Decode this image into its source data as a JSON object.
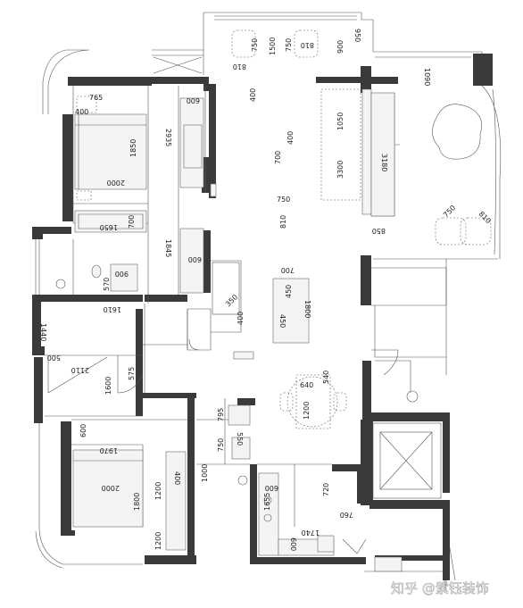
{
  "watermark": "知乎 @紫钰装饰",
  "dimensions": [
    {
      "id": "d950",
      "text": "950",
      "r": 90
    },
    {
      "id": "d900",
      "text": "900",
      "r": -90
    },
    {
      "id": "d750a",
      "text": "750",
      "r": -90
    },
    {
      "id": "d1500",
      "text": "1500",
      "r": -90
    },
    {
      "id": "d750b",
      "text": "750",
      "r": -90
    },
    {
      "id": "d810a",
      "text": "810",
      "r": 180
    },
    {
      "id": "d810b",
      "text": "810",
      "r": 180
    },
    {
      "id": "d1090",
      "text": "1090",
      "r": 90
    },
    {
      "id": "d765",
      "text": "765",
      "r": 0
    },
    {
      "id": "d400a",
      "text": "400",
      "r": 0
    },
    {
      "id": "d600a",
      "text": "600",
      "r": 180
    },
    {
      "id": "d400b",
      "text": "400",
      "r": -90
    },
    {
      "id": "d1050",
      "text": "1050",
      "r": -90
    },
    {
      "id": "d2935",
      "text": "2935",
      "r": 90
    },
    {
      "id": "d1850",
      "text": "1850",
      "r": -90
    },
    {
      "id": "d400c",
      "text": "400",
      "r": -90
    },
    {
      "id": "d700a",
      "text": "700",
      "r": -90
    },
    {
      "id": "d3300",
      "text": "3300",
      "r": -90
    },
    {
      "id": "d3180",
      "text": "3180",
      "r": 90
    },
    {
      "id": "d2000a",
      "text": "2000",
      "r": 180
    },
    {
      "id": "d750c",
      "text": "750",
      "r": 0
    },
    {
      "id": "d810c",
      "text": "810",
      "r": -90
    },
    {
      "id": "d750d",
      "text": "750",
      "r": -45
    },
    {
      "id": "d810d",
      "text": "810",
      "r": 45
    },
    {
      "id": "d850",
      "text": "850",
      "r": 180
    },
    {
      "id": "d1650",
      "text": "1650",
      "r": 180
    },
    {
      "id": "d700b",
      "text": "700",
      "r": -90
    },
    {
      "id": "d1845",
      "text": "1845",
      "r": 90
    },
    {
      "id": "d600b",
      "text": "600",
      "r": 180
    },
    {
      "id": "d900b",
      "text": "900",
      "r": 180
    },
    {
      "id": "d570",
      "text": "570",
      "r": -90
    },
    {
      "id": "d700c",
      "text": "700",
      "r": 180
    },
    {
      "id": "d450a",
      "text": "450",
      "r": -90
    },
    {
      "id": "d1800a",
      "text": "1800",
      "r": 90
    },
    {
      "id": "d1610",
      "text": "1610",
      "r": 180
    },
    {
      "id": "d350",
      "text": "350",
      "r": -45
    },
    {
      "id": "d400d",
      "text": "400",
      "r": -90
    },
    {
      "id": "d450b",
      "text": "450",
      "r": 90
    },
    {
      "id": "d1440",
      "text": "1440",
      "r": 90
    },
    {
      "id": "d500",
      "text": "500",
      "r": 180
    },
    {
      "id": "d2110",
      "text": "2110",
      "r": 180
    },
    {
      "id": "d575",
      "text": "575",
      "r": -90
    },
    {
      "id": "d1600",
      "text": "1600",
      "r": -90
    },
    {
      "id": "d640",
      "text": "640",
      "r": 0
    },
    {
      "id": "d540",
      "text": "540",
      "r": -90
    },
    {
      "id": "d1200a",
      "text": "1200",
      "r": -90
    },
    {
      "id": "d600c",
      "text": "600",
      "r": -90
    },
    {
      "id": "d1970",
      "text": "1970",
      "r": 180
    },
    {
      "id": "d795",
      "text": "795",
      "r": -90
    },
    {
      "id": "d750e",
      "text": "750",
      "r": -90
    },
    {
      "id": "d550",
      "text": "550",
      "r": 90
    },
    {
      "id": "d2000b",
      "text": "2000",
      "r": 180
    },
    {
      "id": "d1200b",
      "text": "1200",
      "r": -90
    },
    {
      "id": "d400e",
      "text": "400",
      "r": 90
    },
    {
      "id": "d1000",
      "text": "1000",
      "r": -90
    },
    {
      "id": "d1800b",
      "text": "1800",
      "r": -90
    },
    {
      "id": "d600d",
      "text": "600",
      "r": 180
    },
    {
      "id": "d720",
      "text": "720",
      "r": -90
    },
    {
      "id": "d1655",
      "text": "1655",
      "r": -90
    },
    {
      "id": "d760",
      "text": "760",
      "r": 180
    },
    {
      "id": "d1740",
      "text": "1740",
      "r": 180
    },
    {
      "id": "d1200c",
      "text": "1200",
      "r": -90
    },
    {
      "id": "d600e",
      "text": "600",
      "r": 90
    }
  ]
}
